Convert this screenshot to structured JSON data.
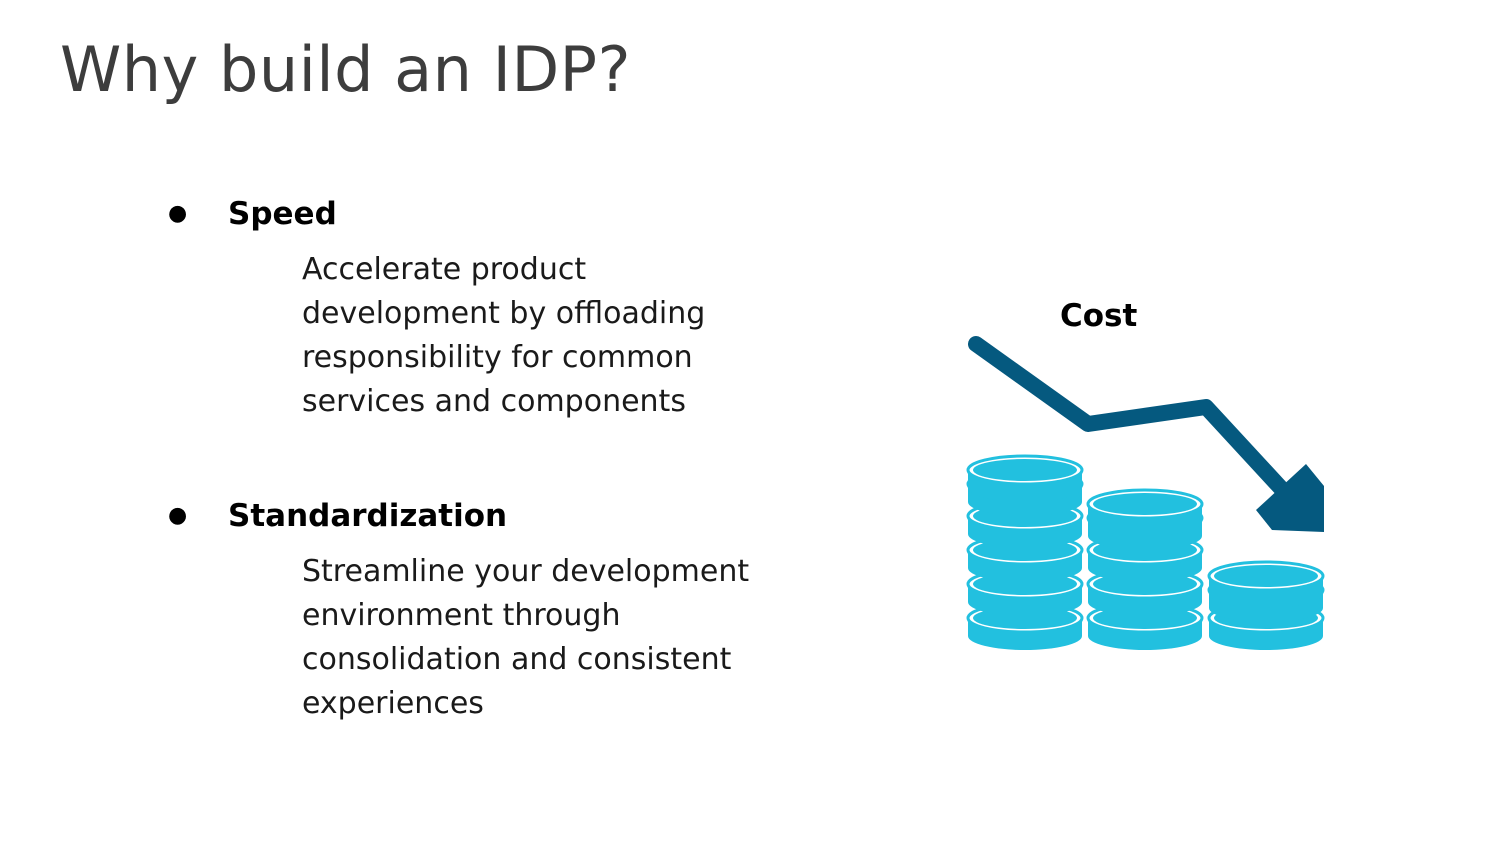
{
  "slide": {
    "title": "Why build an IDP?",
    "bullets": [
      {
        "heading": "Speed",
        "description": "Accelerate product development by offloading responsibility for common services and components"
      },
      {
        "heading": "Standardization",
        "description": "Streamline your development environment through consolidation and consistent experiences"
      }
    ],
    "illustration": {
      "label": "Cost",
      "icon": "coins-decreasing-cost-icon",
      "arrow_color": "#05597f",
      "coin_color": "#22c0df"
    }
  }
}
